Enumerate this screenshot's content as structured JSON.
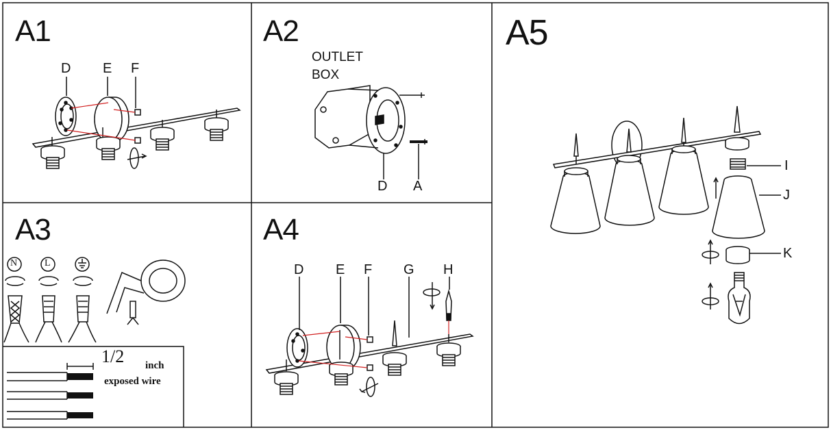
{
  "panels": {
    "a1": {
      "title": "A1",
      "labels": {
        "d": "D",
        "e": "E",
        "f": "F"
      }
    },
    "a2": {
      "title": "A2",
      "outlet_box_line1": "OUTLET",
      "outlet_box_line2": "BOX",
      "labels": {
        "d": "D",
        "a": "A"
      }
    },
    "a3": {
      "title": "A3",
      "symbols": {
        "n": "N",
        "l": "L"
      },
      "fraction": "1/2",
      "unit": "inch",
      "note": "exposed wire"
    },
    "a4": {
      "title": "A4",
      "labels": {
        "d": "D",
        "e": "E",
        "f": "F",
        "g": "G",
        "h": "H"
      }
    },
    "a5": {
      "title": "A5",
      "labels": {
        "i": "I",
        "j": "J",
        "k": "K"
      }
    }
  },
  "colors": {
    "line": "#111111",
    "accent": "#d22020"
  }
}
